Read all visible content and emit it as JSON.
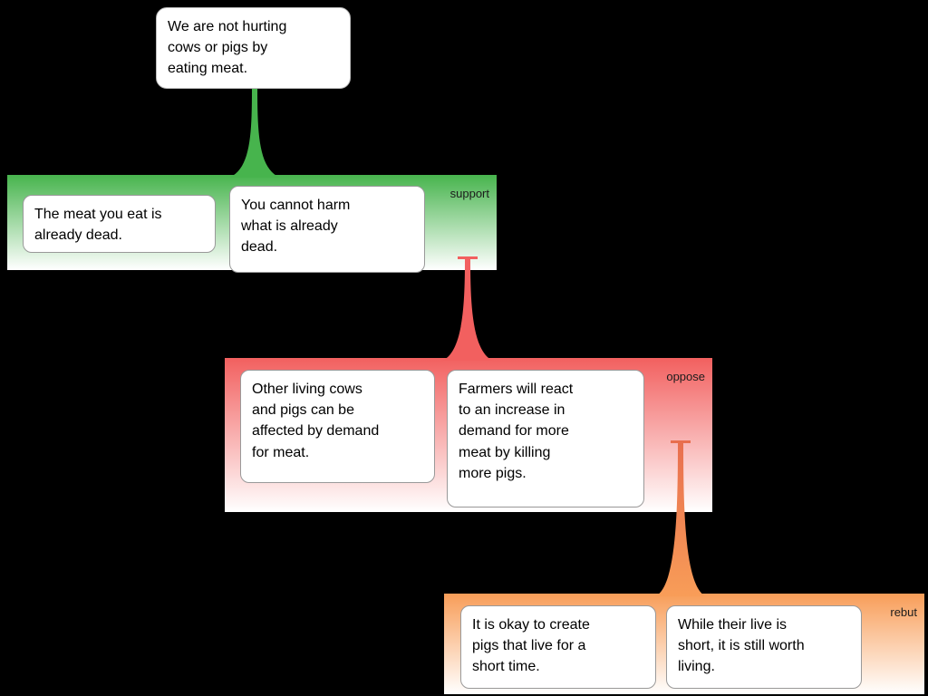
{
  "canvas": {
    "background": "#000000"
  },
  "claim": {
    "text": "We are not hurting\ncows or pigs by\neating meat."
  },
  "groups": [
    {
      "id": "support",
      "label": "support",
      "color": "#47b44d",
      "relation_to": "claim",
      "children": [
        {
          "text": "The meat you eat is\nalready dead."
        },
        {
          "text": "You cannot harm\nwhat is already\ndead."
        }
      ]
    },
    {
      "id": "oppose",
      "label": "oppose",
      "color": "#f2605f",
      "relation_to": "support group",
      "children": [
        {
          "text": "Other living cows\nand pigs can be\naffected by demand\nfor meat."
        },
        {
          "text": "Farmers will react\nto an increase in\ndemand for more\nmeat by killing\nmore pigs."
        }
      ]
    },
    {
      "id": "rebut",
      "label": "rebut",
      "color": "#f89d58",
      "relation_to": "oppose group",
      "children": [
        {
          "text": "It is okay to create\npigs that live for a\nshort time."
        },
        {
          "text": "While their live is\nshort, it is still worth\nliving."
        }
      ]
    }
  ]
}
